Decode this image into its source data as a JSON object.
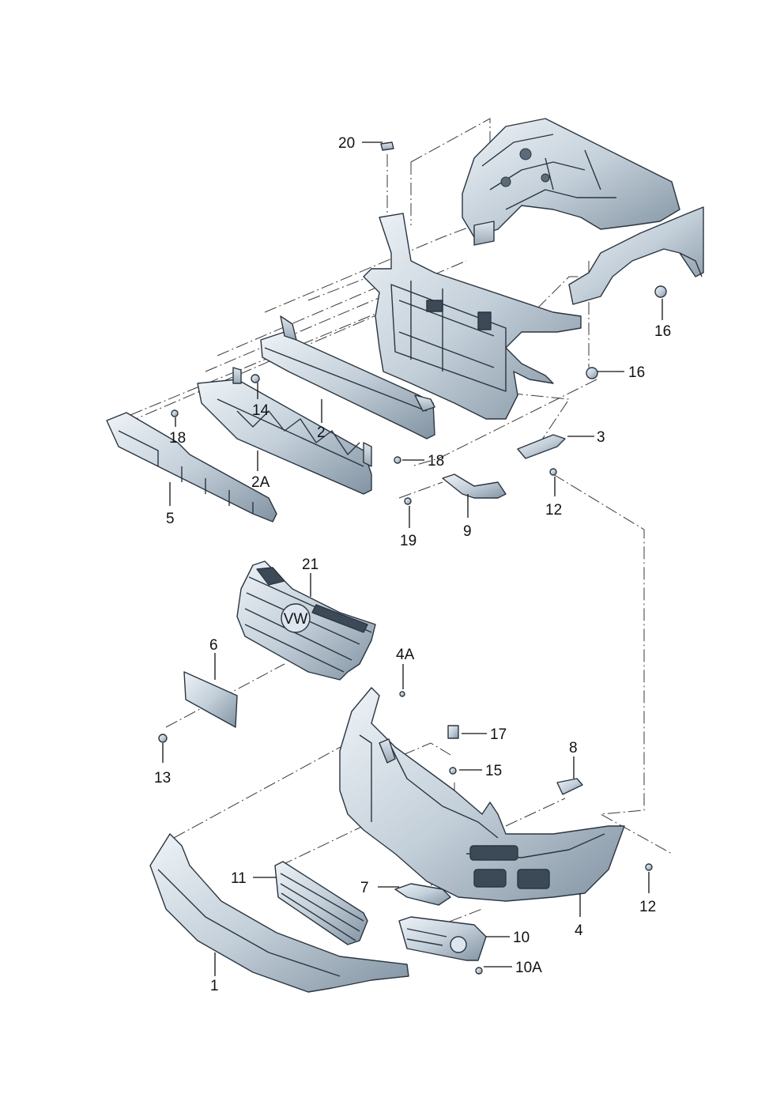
{
  "labels": {
    "l20": "20",
    "l16a": "16",
    "l16b": "16",
    "l14": "14",
    "l18a": "18",
    "l2": "2",
    "l3": "3",
    "l18b": "18",
    "l2A": "2A",
    "l5": "5",
    "l12a": "12",
    "l19": "19",
    "l9": "9",
    "l21": "21",
    "l6": "6",
    "l4A": "4A",
    "l17": "17",
    "l8": "8",
    "l15": "15",
    "l13": "13",
    "l11": "11",
    "l7": "7",
    "l4": "4",
    "l12b": "12",
    "l10": "10",
    "l10A": "10A",
    "l1": "1"
  },
  "emblem": {
    "glyph": "VW"
  },
  "colors": {
    "metal_light": "#e4ecf2",
    "metal_mid": "#b9c6d2",
    "metal_dark": "#7d8d9c",
    "outline": "#2a3540"
  }
}
